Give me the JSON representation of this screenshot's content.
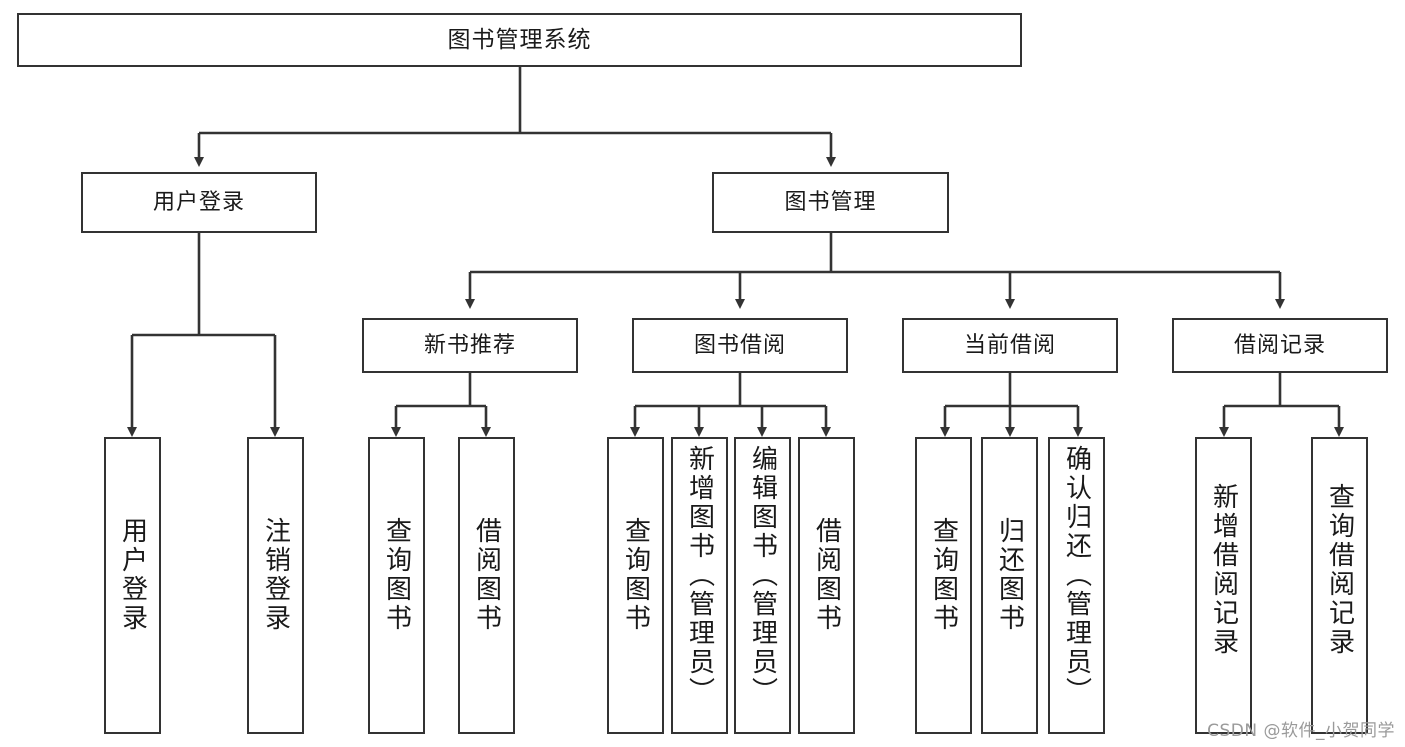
{
  "diagram": {
    "title": "图书管理系统",
    "type": "tree",
    "watermark": "CSDN @软件_小贺同学",
    "levels": {
      "root": {
        "label": "图书管理系统"
      },
      "level2": [
        {
          "label": "用户登录"
        },
        {
          "label": "图书管理"
        }
      ],
      "level3": [
        {
          "label": "新书推荐"
        },
        {
          "label": "图书借阅"
        },
        {
          "label": "当前借阅"
        },
        {
          "label": "借阅记录"
        }
      ],
      "leaves": [
        {
          "label": "用户登录",
          "parent": "用户登录"
        },
        {
          "label": "注销登录",
          "parent": "用户登录"
        },
        {
          "label": "查询图书",
          "parent": "新书推荐"
        },
        {
          "label": "借阅图书",
          "parent": "新书推荐"
        },
        {
          "label": "查询图书",
          "parent": "图书借阅"
        },
        {
          "label": "新增图书（管理员）",
          "parent": "图书借阅"
        },
        {
          "label": "编辑图书（管理员）",
          "parent": "图书借阅"
        },
        {
          "label": "借阅图书",
          "parent": "图书借阅"
        },
        {
          "label": "查询图书",
          "parent": "当前借阅"
        },
        {
          "label": "归还图书",
          "parent": "当前借阅"
        },
        {
          "label": "确认归还（管理员）",
          "parent": "当前借阅"
        },
        {
          "label": "新增借阅记录",
          "parent": "借阅记录"
        },
        {
          "label": "查询借阅记录",
          "parent": "借阅记录"
        }
      ]
    },
    "colors": {
      "stroke": "#333333",
      "fill": "#ffffff",
      "text": "#1a1a1a",
      "watermark": "#9a9a9a"
    }
  }
}
